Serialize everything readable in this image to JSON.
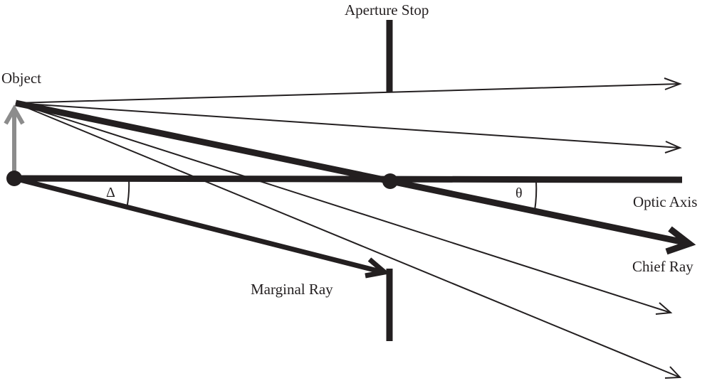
{
  "labels": {
    "aperture_stop": "Aperture Stop",
    "object": "Object",
    "optic_axis": "Optic Axis",
    "chief_ray": "Chief Ray",
    "marginal_ray": "Marginal Ray",
    "delta": "Δ",
    "theta": "θ"
  },
  "colors": {
    "line": "#231f20",
    "object_arrow": "#8c8c8c"
  }
}
